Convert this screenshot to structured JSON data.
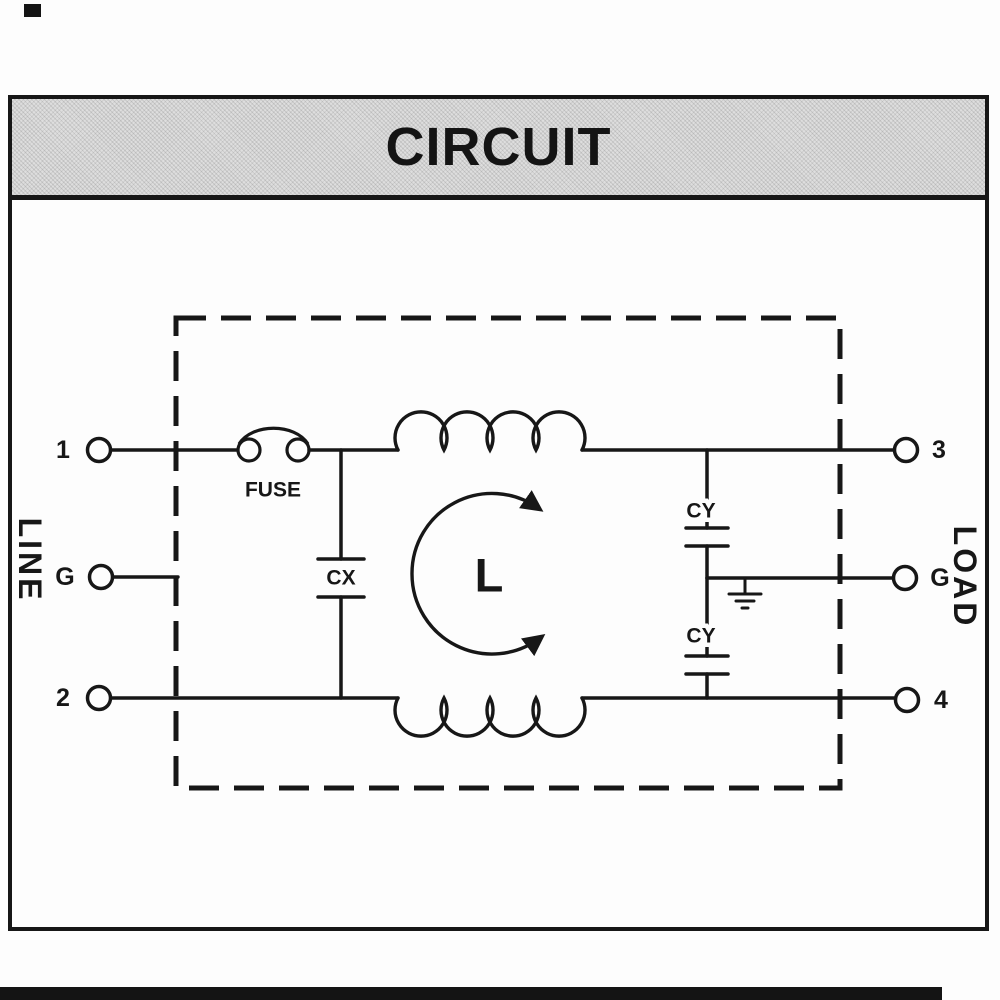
{
  "window": {
    "title": "CIRCUIT"
  },
  "colors": {
    "ink": "#171717",
    "paper": "#fdfdfd",
    "title_band_fill": "#dedede",
    "marks": "#141414"
  },
  "schematic": {
    "left_label": "LINE",
    "right_label": "LOAD",
    "terminals": [
      {
        "id": "line-1",
        "label": "1"
      },
      {
        "id": "line-g",
        "label": "G"
      },
      {
        "id": "line-2",
        "label": "2"
      },
      {
        "id": "load-3",
        "label": "3"
      },
      {
        "id": "load-g",
        "label": "G"
      },
      {
        "id": "load-4",
        "label": "4"
      }
    ],
    "components": {
      "fuse_label": "FUSE",
      "cx_label": "CX",
      "cy_top_label": "CY",
      "cy_bottom_label": "CY",
      "choke_label": "L"
    }
  }
}
